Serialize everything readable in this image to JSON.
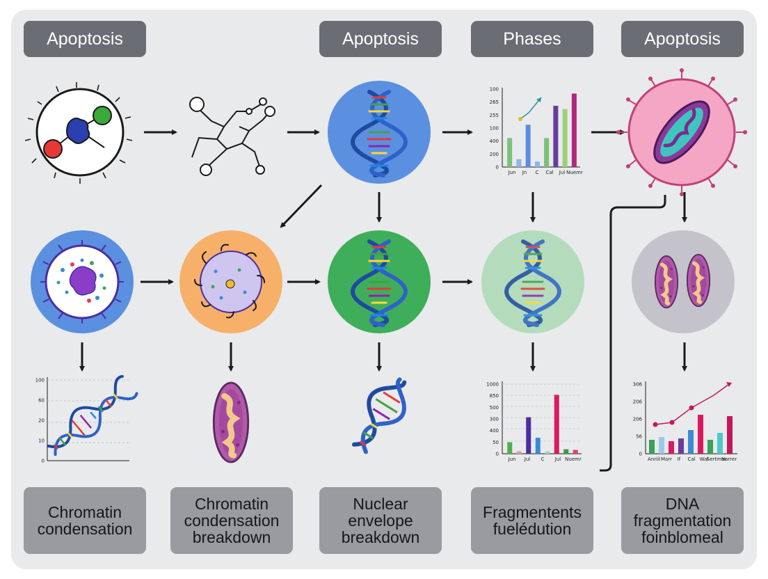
{
  "top_labels": [
    "Apoptosis",
    "Apoptosis",
    "Phases",
    "Apoptosis"
  ],
  "bottom_labels": [
    "Chromatin\ncondensation",
    "Chromatin\ncondensation\nbreakdown",
    "Nuclear\nenvelope\nbreakdown",
    "Fragmentents\nfuelédution",
    "DNA\nfragmentation\nfoinblomeal"
  ],
  "mini_chart_top": {
    "y_ticks": [
      "100",
      "265",
      "255",
      "100",
      "400",
      "200",
      "0"
    ],
    "x_ticks": [
      "Jun",
      "Jn",
      "C",
      "Cal",
      "Jul",
      "Nuemr"
    ],
    "values": [
      52,
      14,
      76,
      10,
      52,
      110,
      104,
      132
    ],
    "colors": [
      "#7cc07a",
      "#8fb4e8",
      "#5b8de0",
      "#8fb4e8",
      "#7cc07a",
      "#6a3aa0",
      "#9ed07a",
      "#b0287a"
    ]
  },
  "mini_chart_bottom_left": {
    "y_ticks": [
      "100",
      "60",
      "20",
      "10",
      "0"
    ]
  },
  "mini_chart_bottom_middle": {
    "y_ticks": [
      "1000",
      "850",
      "500",
      "300",
      "400",
      "50",
      "0"
    ],
    "x_ticks": [
      "Jun",
      "Jul",
      "C",
      "Jul",
      "Nuemr"
    ],
    "values": [
      18,
      4,
      57,
      25,
      4,
      92,
      7,
      6
    ],
    "colors": [
      "#4caf50",
      "#e8a0b0",
      "#4a2ea0",
      "#3b8ad6",
      "#9fd6cc",
      "#d81b60",
      "#3b9a40",
      "#e04070"
    ]
  },
  "mini_chart_bottom_right": {
    "y_ticks": [
      "306",
      "206",
      "206",
      "56",
      "0"
    ],
    "x_ticks": [
      "Anriil",
      "Marr",
      "If",
      "Cal",
      "Wal",
      "Sertmer",
      "Narrer"
    ],
    "values": [
      20,
      24,
      18,
      22,
      34,
      56,
      20,
      30,
      54
    ],
    "colors": [
      "#3aa05a",
      "#9ec8e8",
      "#d81b60",
      "#6a3aa0",
      "#3b8ad6",
      "#d81b60",
      "#3aa05a",
      "#4ec9c8",
      "#c2185b"
    ]
  },
  "colors": {
    "panel_bg": "#e9eaeb",
    "label_dark": "#6b6d74",
    "label_light": "#9a9ba1",
    "arrow": "#1a1a1a"
  }
}
